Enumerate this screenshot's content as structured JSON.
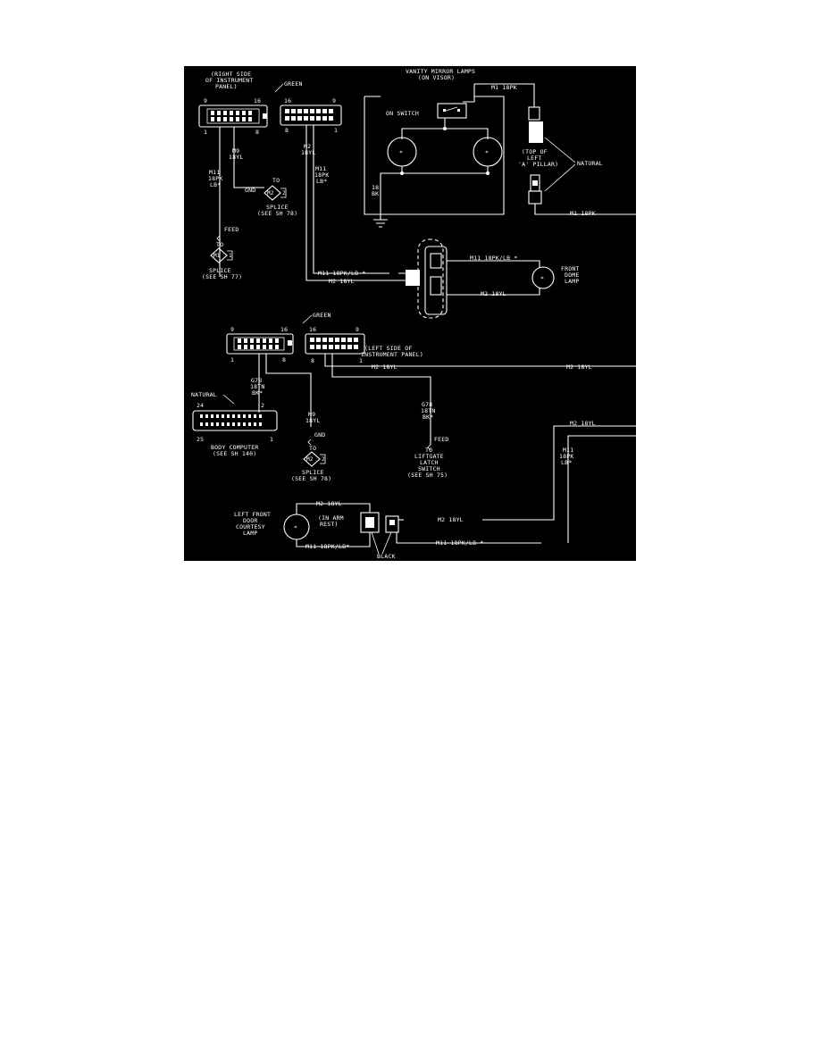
{
  "colors": {
    "page_background": "#ffffff",
    "diagram_background": "#000000",
    "ink": "#ffffff"
  },
  "connectors": {
    "right_panel_label": [
      "(RIGHT SIDE",
      "OF INSTRUMENT",
      "PANEL)"
    ],
    "right_male_pins": {
      "top_left": "9",
      "top_right": "16",
      "bottom_left": "1",
      "bottom_right": "8"
    },
    "right_female_pins": {
      "top_left": "16",
      "top_right": "9",
      "bottom_left": "8",
      "bottom_right": "1"
    },
    "green_label_top": "GREEN",
    "left_panel_label": [
      "(LEFT SIDE OF",
      "INSTRUMENT PANEL)"
    ],
    "left_male_pins": {
      "top_left": "9",
      "top_right": "16",
      "bottom_left": "1",
      "bottom_right": "8"
    },
    "left_female_pins": {
      "top_left": "16",
      "top_right": "9",
      "bottom_left": "8",
      "bottom_right": "1"
    },
    "green_label_mid": "GREEN"
  },
  "wires": {
    "m11_left": [
      "M11",
      "18PK",
      "LB*"
    ],
    "m9_right": [
      "M9",
      "18YL"
    ],
    "m2_top": [
      "M2",
      "18YL"
    ],
    "m11_top": [
      "M11",
      "18PK",
      "LB*"
    ],
    "ground": [
      "18",
      "BK"
    ],
    "m1_top": "M1 18PK",
    "m1_bottom": "M1 18PK",
    "m11_dome_in": "M11 18PK/LB *",
    "m2_dome_in": "M2 18YL",
    "m11_dome_out": "M11 18PK/LB *",
    "m2_dome_out": "M2 18YL",
    "g78_left": [
      "G78",
      "18TN",
      "BK*"
    ],
    "m9_mid": [
      "M9",
      "18YL"
    ],
    "m2_mid_left": "M2 18YL",
    "m2_mid_right": "M2 18YL",
    "g78_right": [
      "G78",
      "18TN",
      "BK*"
    ],
    "m2_right": "M2 18YL",
    "m11_right": [
      "M11",
      "18PK",
      "LB*"
    ],
    "m2_door_top": "M2 18YL",
    "m2_door_right": "M2 18YL",
    "m11_door_left": "M11 18PK/LB*",
    "m11_door_right": "M11 18PK/LB *"
  },
  "components": {
    "vanity_title": [
      "VANITY MIRROR LAMPS",
      "(ON VISOR)"
    ],
    "on_switch": "ON SWITCH",
    "pillar_label": [
      "(TOP OF",
      "LEFT",
      "'A' PILLAR)"
    ],
    "natural_right": "NATURAL",
    "front_dome_lamp": [
      "FRONT",
      "DOME",
      "LAMP"
    ],
    "gnd_top": "GND",
    "to_top": "TO",
    "splice_m2_top_tag": "M2",
    "splice_m2_top_num": "2",
    "splice_top_caption": [
      "SPLICE",
      "(SEE SH 78)"
    ],
    "feed_left": "FEED",
    "to_left": "TO",
    "splice_m1_tag": "M1",
    "splice_m1_num": "1",
    "splice_m1_caption": [
      "SPLICE",
      "(SEE SH 77)"
    ],
    "natural_body": "NATURAL",
    "body_pins": {
      "top_left": "24",
      "top_right": "2",
      "bottom_left": "25",
      "bottom_right": "1"
    },
    "body_computer": [
      "BODY COMPUTER",
      "(SEE SH 140)"
    ],
    "gnd_mid": "GND",
    "to_mid": "TO",
    "splice_m2_mid_tag": "M2",
    "splice_m2_mid_num": "2",
    "splice_mid_caption": [
      "SPLICE",
      "(SEE SH 78)"
    ],
    "feed_right": "FEED",
    "liftgate": [
      "TO",
      "LIFTGATE",
      "LATCH",
      "SWITCH",
      "(SEE SH 75)"
    ],
    "door_lamp": [
      "LEFT FRONT",
      "DOOR",
      "COURTESY",
      "LAMP"
    ],
    "arm_rest": [
      "(IN ARM",
      "REST)"
    ],
    "black": "BLACK"
  }
}
